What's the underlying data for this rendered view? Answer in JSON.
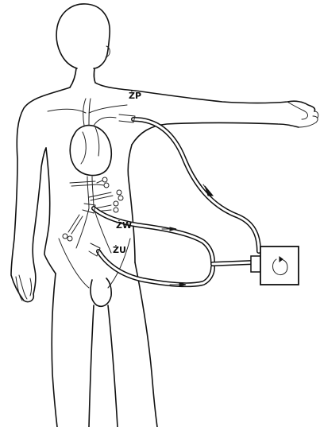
{
  "labels": {
    "zp": "ŻP",
    "zw": "ŻW",
    "zu": "ŻU"
  }
}
